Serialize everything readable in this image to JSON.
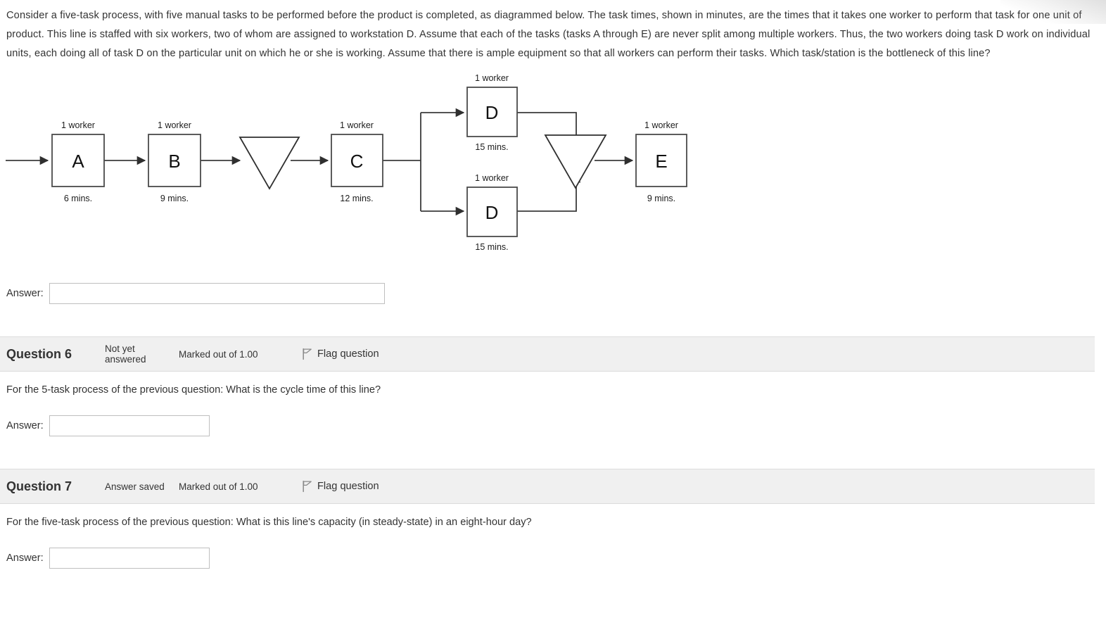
{
  "question5": {
    "stem": "Consider a five-task process, with five manual tasks to be performed before the product is completed, as diagrammed below. The task times, shown in minutes, are the times that it takes one worker to perform that task for one unit of product. This line is staffed with six workers, two of whom are assigned to workstation D. Assume that each of the tasks (tasks A through E) are never split among multiple workers. Thus, the two workers doing task D work on individual units, each doing all of task D on the particular unit on which he or she is working. Assume that there is ample equipment so that all workers can perform their tasks.  Which task/station is the bottleneck of this line?",
    "answer_label": "Answer:",
    "answer_value": ""
  },
  "diagram": {
    "stations": [
      {
        "id": "A",
        "letter": "A",
        "workers": "1 worker",
        "time": "6 mins."
      },
      {
        "id": "B",
        "letter": "B",
        "workers": "1 worker",
        "time": "9 mins."
      },
      {
        "id": "C",
        "letter": "C",
        "workers": "1 worker",
        "time": "12 mins."
      },
      {
        "id": "D1",
        "letter": "D",
        "workers": "1 worker",
        "time": "15 mins."
      },
      {
        "id": "D2",
        "letter": "D",
        "workers": "1 worker",
        "time": "15 mins."
      },
      {
        "id": "E",
        "letter": "E",
        "workers": "1 worker",
        "time": "9 mins."
      }
    ],
    "buffers": 2,
    "line_color": "#3b3b3b"
  },
  "question6": {
    "title": "Question 6",
    "state": "Not yet answered",
    "marks": "Marked out of 1.00",
    "flag_label": "Flag question",
    "body": "For the 5-task process of the previous  question: What is the cycle time of this line?",
    "answer_label": "Answer:",
    "answer_value": ""
  },
  "question7": {
    "title": "Question 7",
    "state": "Answer saved",
    "marks": "Marked out of 1.00",
    "flag_label": "Flag question",
    "body": "For the five-task process of the previous question: What is this line's capacity (in steady-state) in an eight-hour day?",
    "answer_label": "Answer:",
    "answer_value": ""
  }
}
